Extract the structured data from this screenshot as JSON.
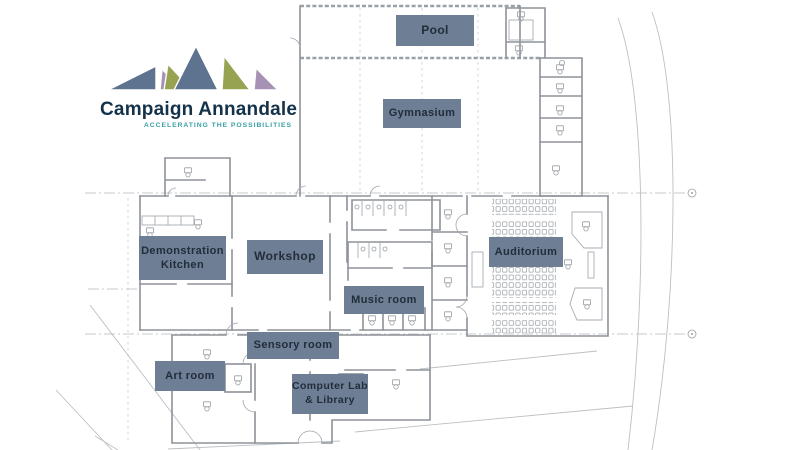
{
  "logo": {
    "title": "Campaign Annandale",
    "tagline": "ACCELERATING THE POSSIBILITIES"
  },
  "palette": {
    "label_background": "#6d7e95",
    "label_text": "#222d3a",
    "logo_slate": "#5e7390",
    "logo_olive": "#97a351",
    "logo_purple": "#a791b4",
    "logo_title_text": "#14324a",
    "logo_tagline_text": "#3a9fa4",
    "plan_line": "#8d939a"
  },
  "rooms": [
    {
      "name": "pool",
      "label": "Pool"
    },
    {
      "name": "gymnasium",
      "label": "Gymnasium"
    },
    {
      "name": "demonstration-kitchen",
      "label": "Demonstration Kitchen"
    },
    {
      "name": "workshop",
      "label": "Workshop"
    },
    {
      "name": "music-room",
      "label": "Music room"
    },
    {
      "name": "auditorium",
      "label": "Auditorium"
    },
    {
      "name": "sensory-room",
      "label": "Sensory room"
    },
    {
      "name": "art-room",
      "label": "Art room"
    },
    {
      "name": "computer-lab-library",
      "label": "Computer Lab & Library"
    }
  ]
}
